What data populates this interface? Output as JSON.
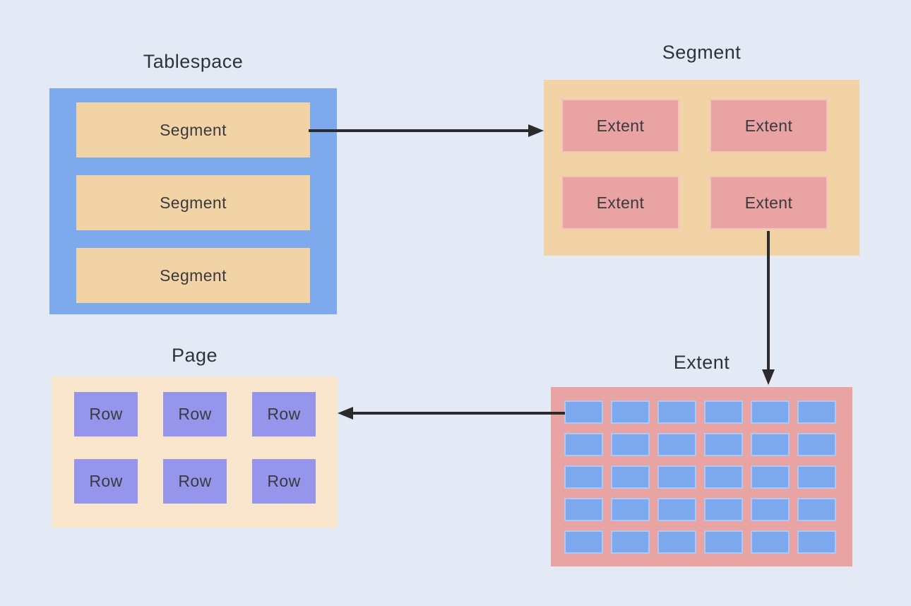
{
  "diagram": {
    "tablespace": {
      "title": "Tablespace",
      "segments": [
        "Segment",
        "Segment",
        "Segment"
      ]
    },
    "segment": {
      "title": "Segment",
      "extents": [
        "Extent",
        "Extent",
        "Extent",
        "Extent"
      ]
    },
    "extent_grid": {
      "title": "Extent",
      "rows": 5,
      "cols": 6,
      "cells": 30
    },
    "page": {
      "title": "Page",
      "rows": [
        "Row",
        "Row",
        "Row",
        "Row",
        "Row",
        "Row"
      ]
    }
  },
  "colors": {
    "background": "#E3EAF5",
    "title_text": "#2F3338",
    "label_text": "#3A3A3E",
    "tablespace_fill": "#7DA9ED",
    "segment_bar_fill": "#F2D3A6",
    "segment_container_fill": "#F2D3A6",
    "extent_fill": "#E9A3A3",
    "extent_border": "#F2C3C0",
    "extent_grid_fill": "#E9A3A3",
    "cell_fill": "#7CA9EE",
    "cell_border": "#AFC7F3",
    "page_fill": "#F9E6CD",
    "row_fill": "#9495EB",
    "arrow": "#2B2B2E"
  }
}
